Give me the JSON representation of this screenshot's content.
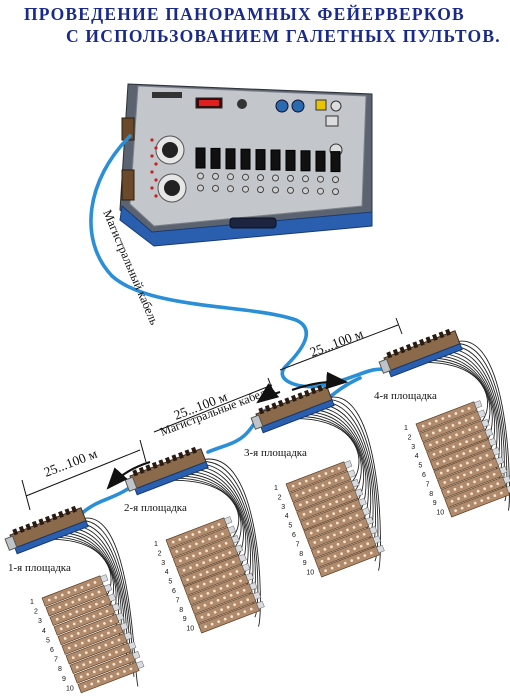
{
  "title": {
    "line1": "ПРОВЕДЕНИЕ ПАНОРАМНЫХ ФЕЙЕРВЕРКОВ",
    "line2": "С ИСПОЛЬЗОВАНИЕМ ГАЛЕТНЫХ ПУЛЬТОВ."
  },
  "labels": {
    "main_cable": "Магистральный кабель",
    "main_cables": "Магистральные кабеля",
    "distance": "25...100 м"
  },
  "sites": [
    {
      "name": "1-я площадка"
    },
    {
      "name": "2-я площадка"
    },
    {
      "name": "3-я площадка"
    },
    {
      "name": "4-я площадка"
    }
  ],
  "box_numbers": [
    "1",
    "2",
    "3",
    "4",
    "5",
    "6",
    "7",
    "8",
    "9",
    "10"
  ],
  "colors": {
    "title": "#1a2a8c",
    "cable": "#2a8fd6",
    "panel": "#b9bcc0",
    "frame": "#2a5fb0",
    "terminal": "#b08a6a"
  }
}
